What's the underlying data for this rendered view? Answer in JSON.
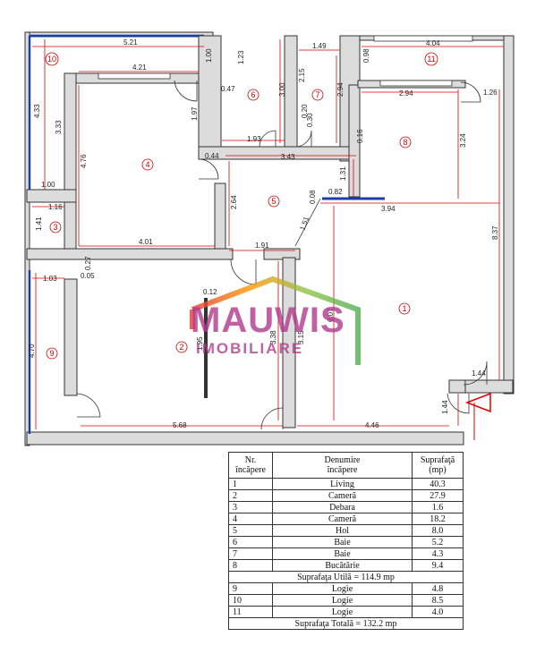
{
  "rooms": [
    {
      "num": "1"
    },
    {
      "num": "2"
    },
    {
      "num": "3"
    },
    {
      "num": "4"
    },
    {
      "num": "5"
    },
    {
      "num": "6"
    },
    {
      "num": "7"
    },
    {
      "num": "8"
    },
    {
      "num": "9"
    },
    {
      "num": "10"
    },
    {
      "num": "11"
    }
  ],
  "dimensions": {
    "d521": "5.21",
    "d100a": "1.00",
    "d421": "4.21",
    "d433": "4.33",
    "d333": "3.33",
    "d476": "4.76",
    "d100b": "1.00",
    "d116": "1.16",
    "d141": "1.41",
    "d401": "4.01",
    "d197": "1.97",
    "d044": "0.44",
    "d264": "2.64",
    "d191": "1.91",
    "d123": "1.23",
    "d047": "0.47",
    "d193": "1.93",
    "d300": "3.00",
    "d149": "1.49",
    "d215": "2.15",
    "d294a": "2.94",
    "d020": "0.20",
    "d030": "0.30",
    "d343": "3.43",
    "d131": "1.31",
    "d008": "0.08",
    "d082": "0.82",
    "d151": "1.51",
    "d394": "3.94",
    "d404": "4.04",
    "d098": "0.98",
    "d294b": "2.94",
    "d126": "1.26",
    "d016": "0.16",
    "d324": "3.24",
    "d837": "8.37",
    "d144a": "1.44",
    "d144b": "1.44",
    "d027": "0.27",
    "d103": "1.03",
    "d005": "0.05",
    "d012": "0.12",
    "d195": "1.95",
    "d338": "3.38",
    "d315": "3.15",
    "d470": "4.70",
    "d568": "5.68",
    "d446": "4.46",
    "d607": "6.07"
  },
  "logo": {
    "line1": "MAUWIS",
    "line2": "IMOBILIARE",
    "colors": [
      "#e53935",
      "#ff9800",
      "#8bc34a",
      "#4caf50"
    ]
  },
  "table": {
    "headers": [
      "Nr.\nîncăpere",
      "Denumire\nîncăpere",
      "Suprafaţă\n(mp)"
    ],
    "rows": [
      {
        "nr": "1",
        "name": "Living",
        "area": "40.3"
      },
      {
        "nr": "2",
        "name": "Cameră",
        "area": "27.9"
      },
      {
        "nr": "3",
        "name": "Debara",
        "area": "1.6"
      },
      {
        "nr": "4",
        "name": "Cameră",
        "area": "18.2"
      },
      {
        "nr": "5",
        "name": "Hol",
        "area": "8.0"
      },
      {
        "nr": "6",
        "name": "Baie",
        "area": "5.2"
      },
      {
        "nr": "7",
        "name": "Baie",
        "area": "4.3"
      },
      {
        "nr": "8",
        "name": "Bucătărie",
        "area": "9.4"
      }
    ],
    "subtotal": "Suprafaţa Utilă = 114.9 mp",
    "rows2": [
      {
        "nr": "9",
        "name": "Logie",
        "area": "4.8"
      },
      {
        "nr": "10",
        "name": "Logie",
        "area": "8.5"
      },
      {
        "nr": "11",
        "name": "Logie",
        "area": "4.0"
      }
    ],
    "total": "Suprafaţa Totală = 132.2 mp"
  }
}
